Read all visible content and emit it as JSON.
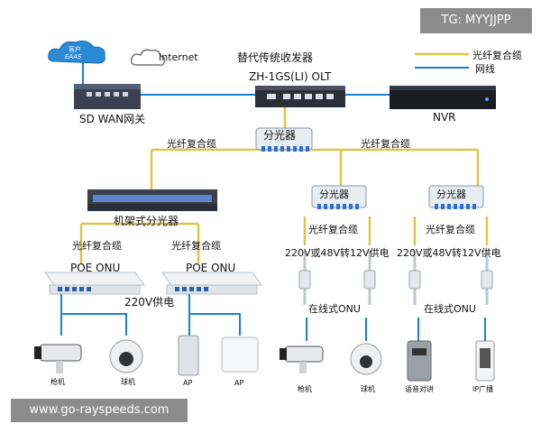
{
  "watermark_top": "TG: MYYJJPP",
  "watermark_bottom": "www.go-rayspeeds.com",
  "legend": {
    "fiber": "光纤复合缆",
    "net": "网线",
    "fiber_color": "#d8c84a",
    "net_color": "#1c7fd0"
  },
  "cloud_eaas": {
    "top": "客户",
    "bottom": "EAAS"
  },
  "internet": "Internet",
  "sdwan": "SD WAN网关",
  "converter": "替代传统收发器",
  "olt": "ZH-1GS(LI) OLT",
  "nvr": "NVR",
  "splitter_main": "分光器",
  "splitter_a": "分光器",
  "splitter_b": "分光器",
  "fiber_left": "光纤复合缆",
  "fiber_right": "光纤复合缆",
  "rack_splitter": "机架式分光器",
  "fiber_poe1": "光纤复合缆",
  "fiber_poe2": "光纤复合缆",
  "fiber_a": "光纤复合缆",
  "fiber_b": "光纤复合缆",
  "poe1": "POE ONU",
  "poe2": "POE ONU",
  "poe_power": "220V供电",
  "power_a": "220V或48V转12V供电",
  "power_b": "220V或48V转12V供电",
  "online_a": "在线式ONU",
  "online_b": "在线式ONU",
  "dev1": "枪机",
  "dev2": "球机",
  "dev3": "AP",
  "dev4": "AP",
  "dev5": "枪机",
  "dev6": "球机",
  "dev7": "语音对讲",
  "dev8": "IP广播"
}
